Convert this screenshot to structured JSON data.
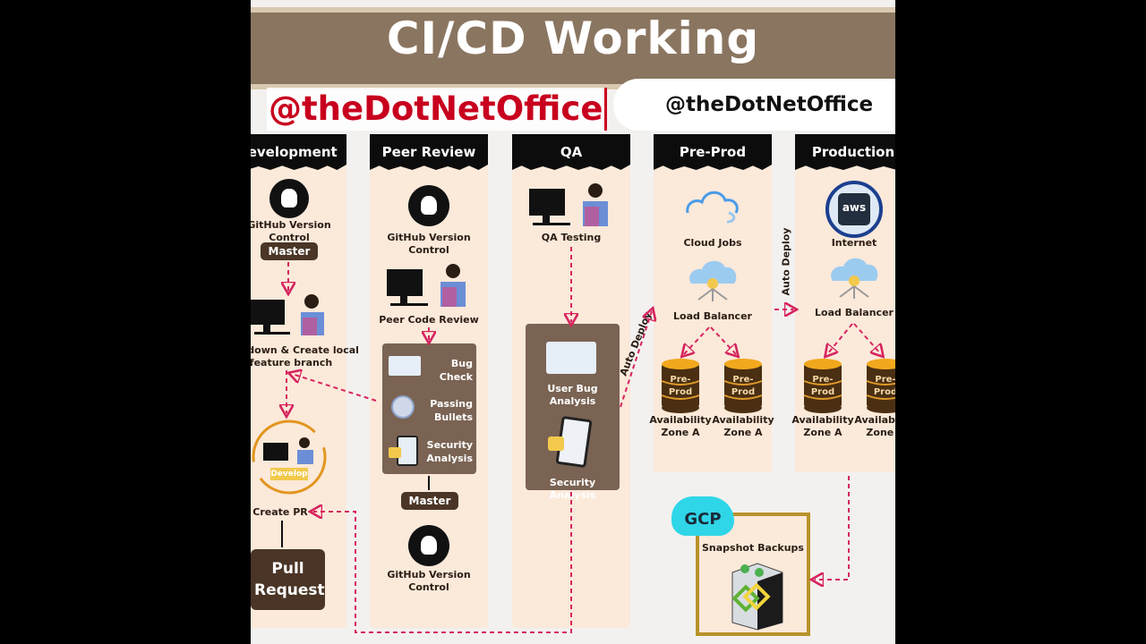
{
  "title": "CI/CD Working",
  "watermark_left": "@theDotNetOffice",
  "watermark_right": "@theDotNetOffice",
  "colors": {
    "column_bg": "#fbe9da",
    "header_bg": "#0c0c0c",
    "box_brown": "#7a6353",
    "dark_brown": "#4a3526",
    "arrow": "#d6245e",
    "gcp": "#2fd6e8",
    "watermark_red": "#c8001e"
  },
  "development": {
    "header": "Development",
    "github": "GitHub  Version Control",
    "master": "Master",
    "pull_down": "Pull down & Create local feature branch",
    "develop": "Develop",
    "create_pr": "Create PR",
    "pull_request": "Pull Request"
  },
  "peer_review": {
    "header": "Peer Review",
    "github": "GitHub  Version Control",
    "code_review": "Peer  Code Review",
    "checks": [
      "Bug Check",
      "Passing Bullets",
      "Security Analysis"
    ],
    "master": "Master",
    "github_bottom": "GitHub  Version Control"
  },
  "qa": {
    "header": "QA",
    "testing": "QA Testing",
    "user_bug": "User Bug Analysis",
    "security": "Security Analysis",
    "auto_deploy": "Auto Deploy"
  },
  "pre_prod": {
    "header": "Pre-Prod",
    "cloud_jobs": "Cloud Jobs",
    "load_balancer": "Load Balancer",
    "db_label": "Pre- Prod",
    "zone": "Availability Zone A"
  },
  "auto_deploy_2": "Auto Deploy",
  "production": {
    "header": "Production",
    "aws": "aws",
    "internet": "Internet",
    "load_balancer": "Load Balancer",
    "db_label": "Pre- Prod",
    "zone": "Availability Zone A"
  },
  "gcp": {
    "badge": "GCP",
    "snapshot": "Snapshot Backups"
  }
}
